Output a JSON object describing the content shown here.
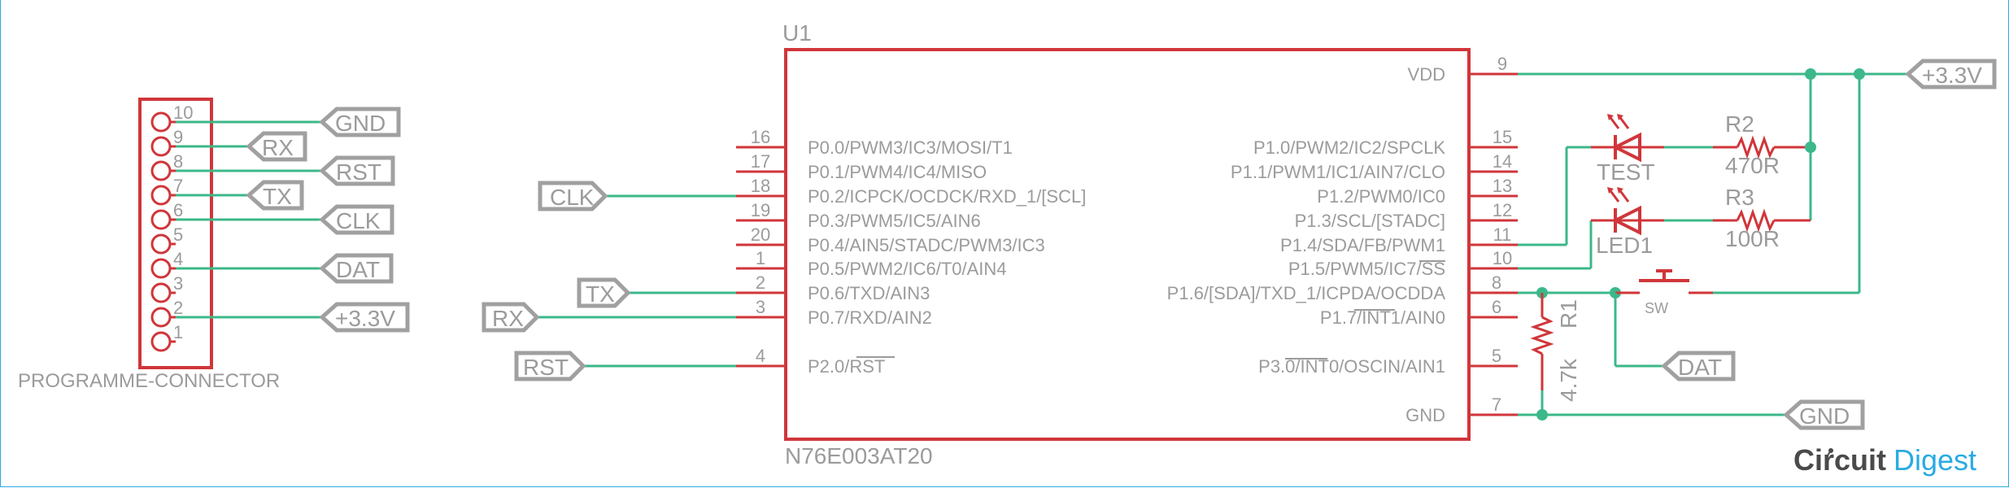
{
  "connector": {
    "name": "PROGRAMME-CONNECTOR",
    "pins": [
      "10",
      "9",
      "8",
      "7",
      "6",
      "5",
      "4",
      "3",
      "2",
      "1"
    ],
    "nets": [
      {
        "pin": "10",
        "label": "GND"
      },
      {
        "pin": "9",
        "label": "RX"
      },
      {
        "pin": "8",
        "label": "RST"
      },
      {
        "pin": "7",
        "label": "TX"
      },
      {
        "pin": "6",
        "label": "CLK"
      },
      {
        "pin": "4",
        "label": "DAT"
      },
      {
        "pin": "2",
        "label": "+3.3V"
      }
    ]
  },
  "ic": {
    "ref": "U1",
    "part": "N76E003AT20",
    "left_pins": [
      {
        "num": "16",
        "name": "P0.0/PWM3/IC3/MOSI/T1"
      },
      {
        "num": "17",
        "name": "P0.1/PWM4/IC4/MISO"
      },
      {
        "num": "18",
        "name": "P0.2/ICPCK/OCDCK/RXD_1/[SCL]",
        "net": "CLK"
      },
      {
        "num": "19",
        "name": "P0.3/PWM5/IC5/AIN6"
      },
      {
        "num": "20",
        "name": "P0.4/AIN5/STADC/PWM3/IC3"
      },
      {
        "num": "1",
        "name": "P0.5/PWM2/IC6/T0/AIN4"
      },
      {
        "num": "2",
        "name": "P0.6/TXD/AIN3",
        "net": "TX"
      },
      {
        "num": "3",
        "name": "P0.7/RXD/AIN2",
        "net": "RX"
      },
      {
        "num": "4",
        "name": "P2.0/RST",
        "net": "RST"
      }
    ],
    "right_pins": [
      {
        "num": "9",
        "name": "VDD"
      },
      {
        "num": "15",
        "name": "P1.0/PWM2/IC2/SPCLK"
      },
      {
        "num": "14",
        "name": "P1.1/PWM1/IC1/AIN7/CLO"
      },
      {
        "num": "13",
        "name": "P1.2/PWM0/IC0"
      },
      {
        "num": "12",
        "name": "P1.3/SCL/[STADC]"
      },
      {
        "num": "11",
        "name": "P1.4/SDA/FB/PWM1"
      },
      {
        "num": "10",
        "name": "P1.5/PWM5/IC7/SS"
      },
      {
        "num": "8",
        "name": "P1.6/[SDA]/TXD_1/ICPDA/OCDDA"
      },
      {
        "num": "6",
        "name": "P1.7/INT1/AIN0"
      },
      {
        "num": "5",
        "name": "P3.0/INT0/OSCIN/AIN1"
      },
      {
        "num": "7",
        "name": "GND"
      }
    ]
  },
  "left_labels": {
    "clk": "CLK",
    "tx": "TX",
    "rx": "RX",
    "rst": "RST"
  },
  "right_labels": {
    "vcc": "+3.3V",
    "dat": "DAT",
    "gnd": "GND"
  },
  "components": {
    "led_test": {
      "ref": "TEST"
    },
    "led1": {
      "ref": "LED1"
    },
    "r2": {
      "ref": "R2",
      "value": "470R"
    },
    "r3": {
      "ref": "R3",
      "value": "100R"
    },
    "r1": {
      "ref": "R1",
      "value": "4.7k"
    },
    "sw": {
      "ref": "SW"
    }
  },
  "brand": {
    "part1": "Circuit",
    "part2": "Digest"
  },
  "colors": {
    "part": "#d0363a",
    "wire": "#3cb88a",
    "text": "#9b9b9b",
    "border": "#29abe2"
  }
}
